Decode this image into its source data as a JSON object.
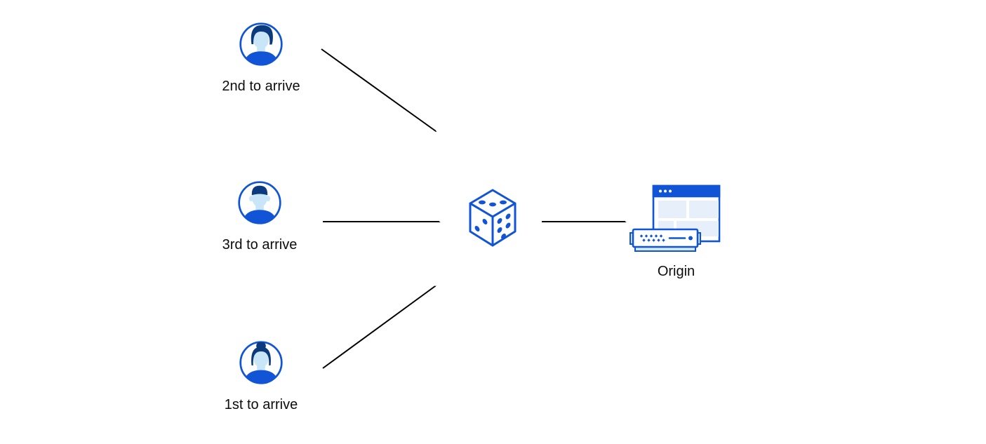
{
  "diagram": {
    "title": "requests-to-origin-random-selection-diagram",
    "users": [
      {
        "label": "2nd to arrive",
        "icon": "user-avatar-male-swept-hair-icon"
      },
      {
        "label": "3rd to arrive",
        "icon": "user-avatar-male-flat-top-icon"
      },
      {
        "label": "1st to arrive",
        "icon": "user-avatar-female-bun-icon"
      }
    ],
    "selector": {
      "icon": "dice-icon"
    },
    "origin": {
      "label": "Origin",
      "icon": "origin-server-browser-icon"
    },
    "colors": {
      "primary_blue": "#1155d6",
      "dark_navy": "#0b3a7e",
      "face_light_blue": "#c9e6f8",
      "panel_light_blue": "#e7f0fa",
      "accent_light_blue": "#d6e9fa",
      "arrow_black": "#000000",
      "text_black": "#0d0d0d",
      "background": "#ffffff"
    }
  }
}
